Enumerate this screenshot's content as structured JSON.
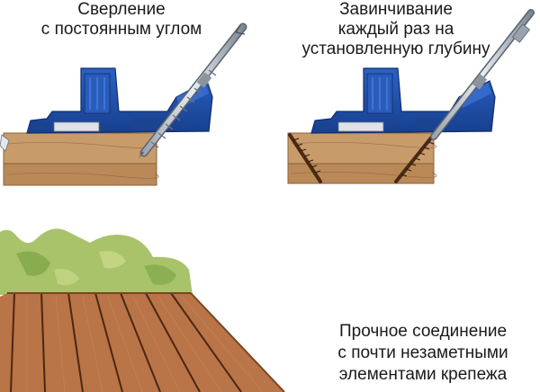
{
  "panels": {
    "drilling": {
      "caption": [
        "Сверление",
        "с постоянным углом"
      ]
    },
    "screwing": {
      "caption": [
        "Завинчивание",
        "каждый раз на",
        "установленную глубину"
      ]
    },
    "result": {
      "caption": [
        "Прочное соединение",
        "с почти незаметными",
        "элементами крепежа"
      ]
    }
  },
  "colors": {
    "jig_blue": "#1f4fa8",
    "jig_dark": "#163a80",
    "wood": "#c79a6a",
    "wood_dark": "#8a5a30",
    "deck": "#b77245",
    "foliage": "#a8c068",
    "foliage_dark": "#6b9a40"
  },
  "icons": [
    "drill-bit-icon",
    "screwdriver-icon",
    "screw-icon",
    "jig-icon"
  ]
}
